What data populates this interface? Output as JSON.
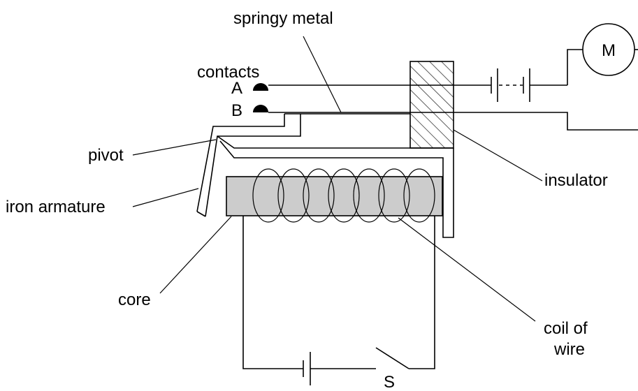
{
  "labels": {
    "springy_metal": "springy metal",
    "contacts": "contacts",
    "contact_a": "A",
    "contact_b": "B",
    "pivot": "pivot",
    "iron_armature": "iron armature",
    "insulator": "insulator",
    "core": "core",
    "coil_line1": "coil of",
    "coil_line2": "wire",
    "switch": "S",
    "motor": "M"
  },
  "colors": {
    "core_fill": "#cccccc",
    "line": "#000000",
    "background": "#ffffff"
  }
}
